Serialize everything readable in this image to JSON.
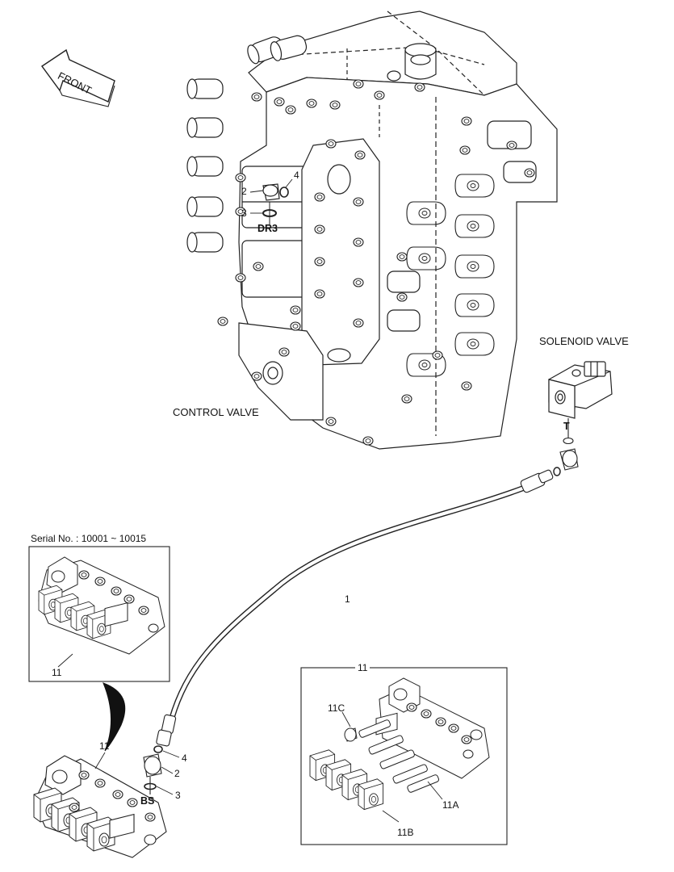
{
  "arrow": {
    "label": "FRONT"
  },
  "labels": {
    "control_valve": "CONTROL VALVE",
    "solenoid_valve": "SOLENOID VALVE",
    "serial_no": "Serial No. : 10001 ~ 10015",
    "port_dr3": "DR3",
    "port_t": "T",
    "port_bs": "BS"
  },
  "callouts": {
    "top_2": "2",
    "top_3": "3",
    "top_4": "4",
    "hose_1": "1",
    "inset_left_11": "11",
    "main_11": "11",
    "fit_4": "4",
    "fit_2": "2",
    "fit_3": "3",
    "right_box_11": "11",
    "part_11c": "11C",
    "part_11a": "11A",
    "part_11b": "11B"
  }
}
